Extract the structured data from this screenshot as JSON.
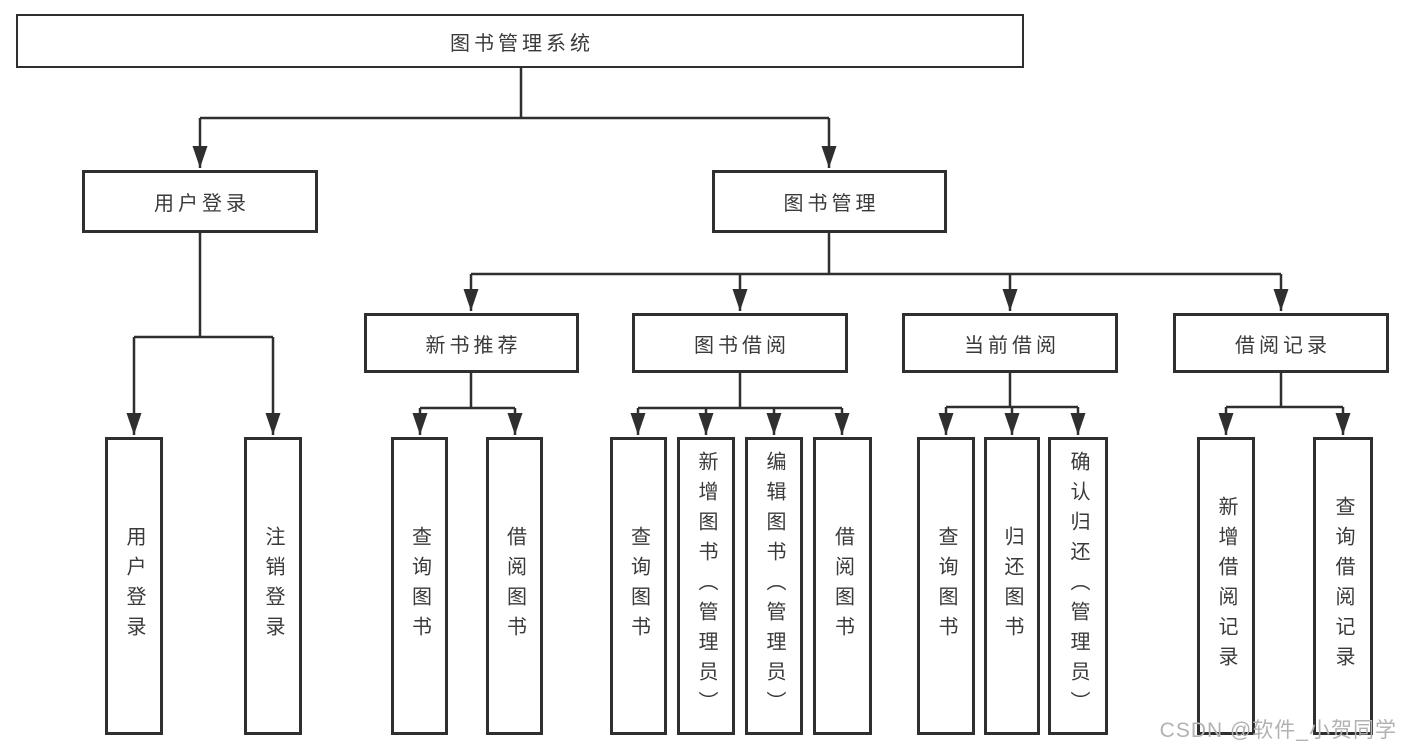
{
  "colors": {
    "line": "#2f2f2f",
    "text": "#3a3a3a",
    "background": "#ffffff",
    "watermark": "#b2b2b2"
  },
  "root": {
    "label": "图书管理系统"
  },
  "branches": [
    {
      "label": "用户登录",
      "children": [
        "用户登录",
        "注销登录"
      ]
    },
    {
      "label": "图书管理"
    }
  ],
  "modules": [
    {
      "label": "新书推荐",
      "children": [
        "查询图书",
        "借阅图书"
      ]
    },
    {
      "label": "图书借阅",
      "children": [
        "查询图书",
        "新增图书（管理员）",
        "编辑图书（管理员）",
        "借阅图书"
      ]
    },
    {
      "label": "当前借阅",
      "children": [
        "查询图书",
        "归还图书",
        "确认归还（管理员）"
      ]
    },
    {
      "label": "借阅记录",
      "children": [
        "新增借阅记录",
        "查询借阅记录"
      ]
    }
  ],
  "watermark": "CSDN @软件_小贺同学"
}
